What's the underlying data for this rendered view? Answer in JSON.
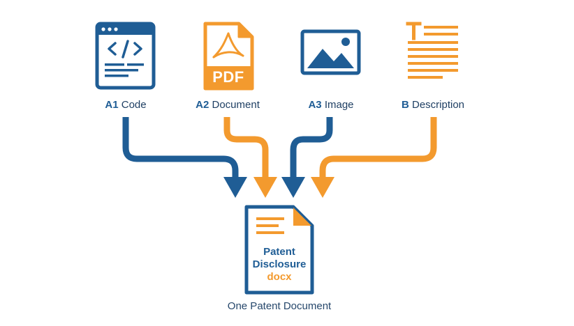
{
  "colors": {
    "blue": "#1f5d95",
    "orange": "#f39a2e",
    "text": "#26476b"
  },
  "inputs": [
    {
      "id": "A1",
      "name": "Code",
      "icon": "code-window-icon",
      "color": "blue"
    },
    {
      "id": "A2",
      "name": "Document",
      "icon": "pdf-file-icon",
      "color": "orange",
      "icon_text": "PDF"
    },
    {
      "id": "A3",
      "name": "Image",
      "icon": "image-icon",
      "color": "blue"
    },
    {
      "id": "B",
      "name": "Description",
      "icon": "text-description-icon",
      "color": "orange"
    }
  ],
  "output": {
    "icon": "patent-document-icon",
    "line1": "Patent",
    "line2": "Disclosure",
    "ext": "docx",
    "caption": "One Patent Document"
  }
}
